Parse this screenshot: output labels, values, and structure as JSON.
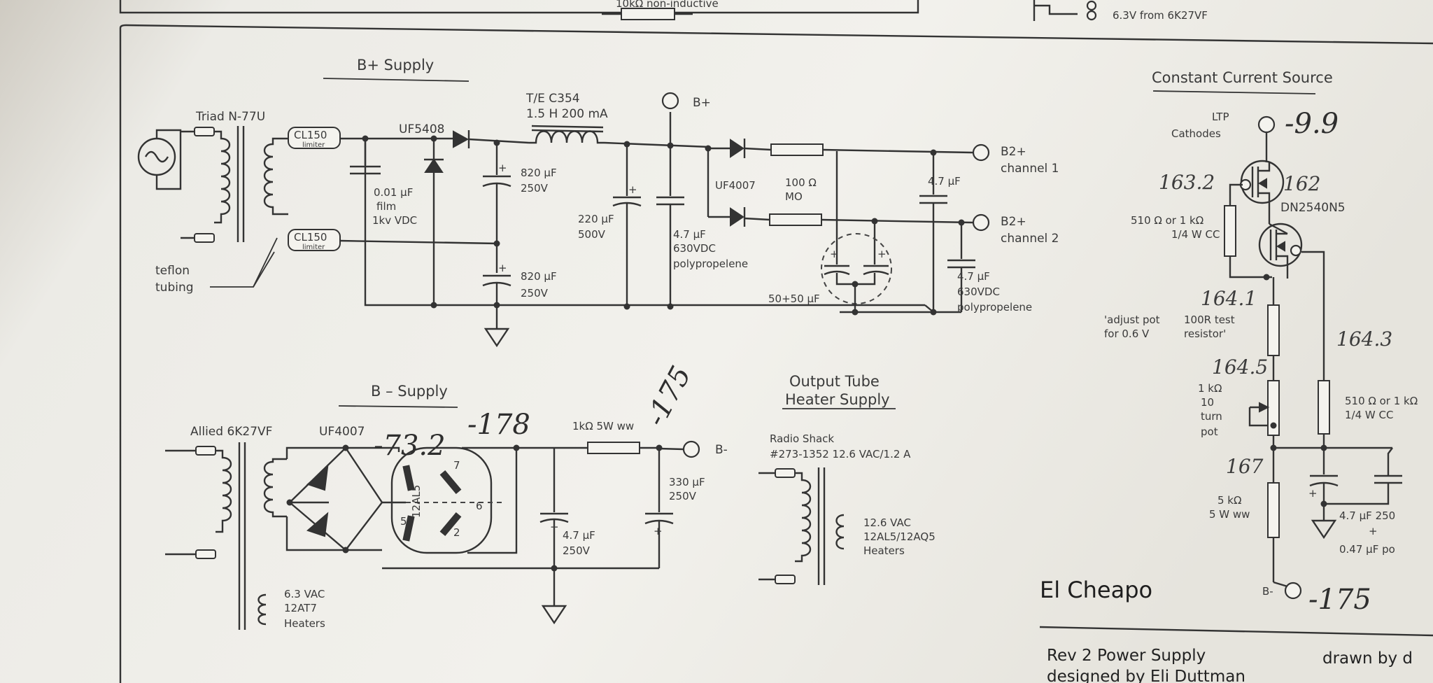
{
  "header": {
    "top_resistor": "10kΩ non-inductive",
    "top_right": "6.3V from 6K27VF"
  },
  "bplus": {
    "heading": "B+ Supply",
    "transformer": "Triad N-77U",
    "limiter_1": "CL150",
    "limiter_1_sub": "limiter",
    "limiter_2": "CL150",
    "limiter_2_sub": "limiter",
    "teflon_1": "teflon",
    "teflon_2": "tubing",
    "rectifier": "UF5408",
    "film_cap_1": "0.01 µF",
    "film_cap_2": "film",
    "film_cap_3": "1kv VDC",
    "cap_top_1": "820 µF",
    "cap_top_2": "250V",
    "cap_bot_1": "820 µF",
    "cap_bot_2": "250V",
    "choke_1": "T/E C354",
    "choke_2": "1.5 H 200 mA",
    "cap_220_1": "220 µF",
    "cap_220_2": "500V",
    "cap_47_1": "4.7 µF",
    "cap_47_2": "630VDC",
    "cap_47_3": "polypropelene",
    "node_bplus": "B+",
    "diode_uf4007": "UF4007",
    "res_1": "100 Ω",
    "res_2": "MO",
    "cap_right": "4.7 µF",
    "dual_cap": "50+50 µF",
    "cap_right2_1": "4.7 µF",
    "cap_right2_2": "630VDC",
    "cap_right2_3": "polypropelene",
    "out1_a": "B2+",
    "out1_b": "channel 1",
    "out2_a": "B2+",
    "out2_b": "channel 2"
  },
  "bminus": {
    "heading": "B – Supply",
    "transformer": "Allied 6K27VF",
    "diode": "UF4007",
    "tube": "12AL5",
    "pin_7": "7",
    "pin_6": "6",
    "pin_5": "5",
    "pin_2": "2",
    "res": "1kΩ 5W ww",
    "cap_1a": "4.7 µF",
    "cap_1b": "250V",
    "cap_2a": "330 µF",
    "cap_2b": "250V",
    "node": "B-",
    "heater_1": "6.3 VAC",
    "heater_2": "12AT7",
    "heater_3": "Heaters",
    "hand_1": "-73.2",
    "hand_2": "-178",
    "hand_3": "-175"
  },
  "heater_supply": {
    "heading_1": "Output Tube",
    "heading_2": "Heater Supply",
    "source_1": "Radio Shack",
    "source_2": "#273-1352 12.6 VAC/1.2 A",
    "out_1": "12.6 VAC",
    "out_2": "12AL5/12AQ5",
    "out_3": "Heaters"
  },
  "ccs": {
    "heading": "Constant Current Source",
    "ltp_1": "LTP",
    "ltp_2": "Cathodes",
    "mosfet": "DN2540N5",
    "res_top_1": "510 Ω or 1 kΩ",
    "res_top_2": "1/4 W CC",
    "adjust_1": "'adjust pot",
    "adjust_2": "for 0.6 V",
    "test_1": "100R test",
    "test_2": "resistor'",
    "pot_1": "1 kΩ",
    "pot_2": "10",
    "pot_3": "turn",
    "pot_4": "pot",
    "res_right_1": "510 Ω or 1 kΩ",
    "res_right_2": "1/4 W CC",
    "res_5k_1": "5 kΩ",
    "res_5k_2": "5 W ww",
    "cap_1": "4.7 µF 250",
    "cap_2": "+",
    "cap_3": "0.47 µF po",
    "node_b": "B-",
    "hand_top": "-9.9",
    "hand_1632": "163.2",
    "hand_162": "162",
    "hand_164_1": "164.1",
    "hand_164_5": "164.5",
    "hand_164_3": "164.3",
    "hand_167": "167",
    "hand_bottom": "-175"
  },
  "title_block": {
    "name": "El Cheapo",
    "rev_1": "Rev 2 Power Supply",
    "rev_2": "designed by Eli Duttman",
    "drawn": "drawn by d"
  }
}
